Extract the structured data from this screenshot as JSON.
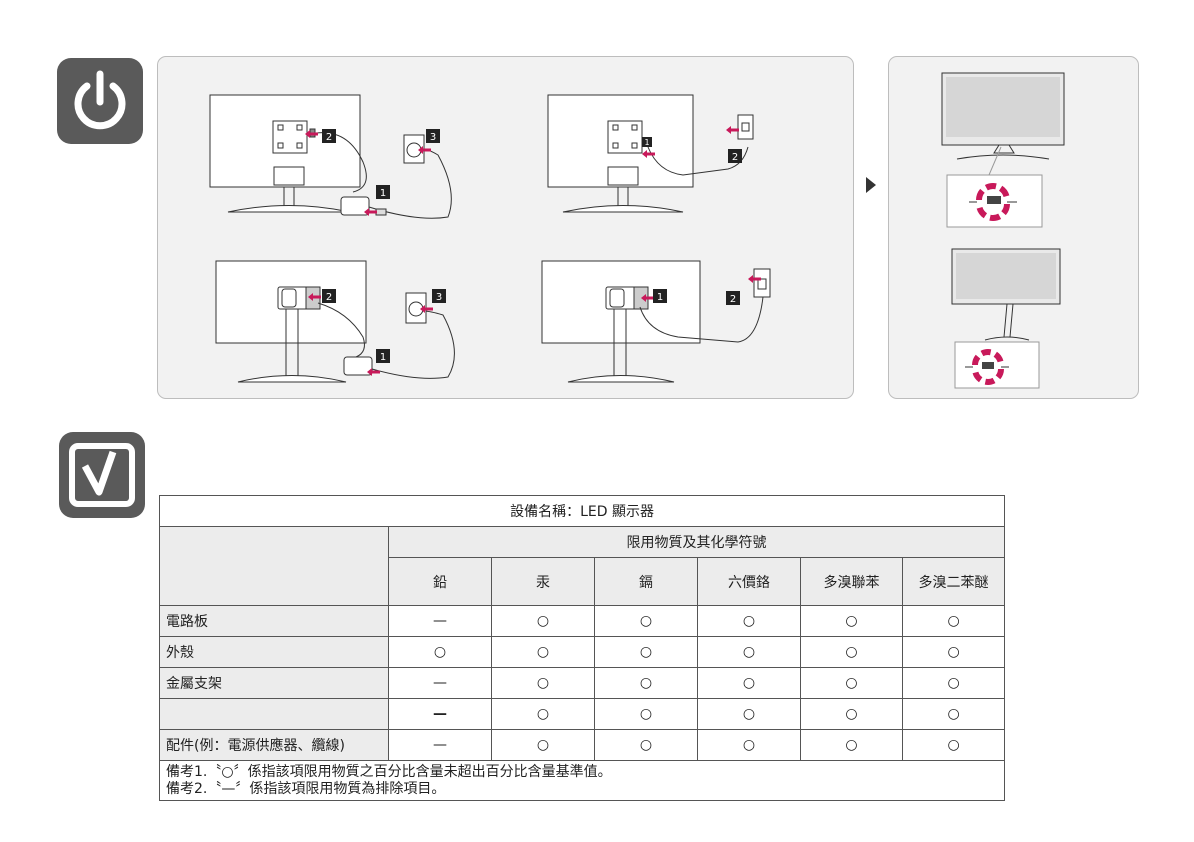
{
  "icons": {
    "power": "power-icon",
    "check": "checkmark-icon"
  },
  "steps": {
    "top_left": [
      "1",
      "2",
      "3"
    ],
    "top_right": [
      "1",
      "2"
    ],
    "bottom_left": [
      "1",
      "2",
      "3"
    ],
    "bottom_right": [
      "1",
      "2"
    ]
  },
  "colors": {
    "accent": "#c8195a",
    "icon_bg": "#5a5a5a"
  },
  "table": {
    "title": "設備名稱：LED 顯示器",
    "group_header": "限用物質及其化學符號",
    "substances": [
      "鉛",
      "汞",
      "鎘",
      "六價鉻",
      "多溴聯苯",
      "多溴二苯醚"
    ],
    "rows": [
      {
        "name": "電路板",
        "values": [
          "—",
          "○",
          "○",
          "○",
          "○",
          "○"
        ],
        "bold_dash": false
      },
      {
        "name": "外殼",
        "values": [
          "○",
          "○",
          "○",
          "○",
          "○",
          "○"
        ],
        "bold_dash": false
      },
      {
        "name": "金屬支架",
        "values": [
          "—",
          "○",
          "○",
          "○",
          "○",
          "○"
        ],
        "bold_dash": false
      },
      {
        "name": "",
        "values": [
          "—",
          "○",
          "○",
          "○",
          "○",
          "○"
        ],
        "bold_dash": true
      },
      {
        "name": "配件(例：電源供應器、纜線)",
        "values": [
          "—",
          "○",
          "○",
          "○",
          "○",
          "○"
        ],
        "bold_dash": false
      }
    ],
    "notes": [
      "備考1.〝○〞係指該項限用物質之百分比含量未超出百分比含量基準值。",
      "備考2.〝—〞係指該項限用物質為排除項目。"
    ]
  }
}
